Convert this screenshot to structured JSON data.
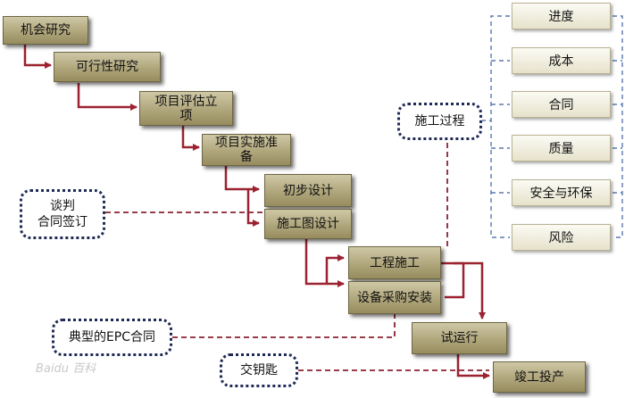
{
  "process": {
    "feasibility_study": "机会研究",
    "viability_study": "可行性研究",
    "evaluation": "项目评估立项",
    "implementation_prep": "项目实施准备",
    "preliminary_design": "初步设计",
    "construction_drawing": "施工图设计",
    "construction": "工程施工",
    "procurement": "设备采购安装",
    "trial_run": "试运行",
    "completion": "竣工投产"
  },
  "construction_aspects": [
    "进度",
    "成本",
    "合同",
    "质量",
    "安全与环保",
    "风险"
  ],
  "callouts": {
    "construction_process": "施工过程",
    "negotiation_line1": "谈判",
    "negotiation_line2": "合同签订",
    "typical_epc": "典型的EPC合同",
    "handover": "交钥匙"
  },
  "watermark": "Baidu 百科",
  "colors": {
    "box_fill": "#b0a67c",
    "arrow_red": "#9b2230",
    "dashed_red": "#8b2232",
    "dashed_blue": "#5a79b0",
    "callout_border": "#1f2a55"
  }
}
